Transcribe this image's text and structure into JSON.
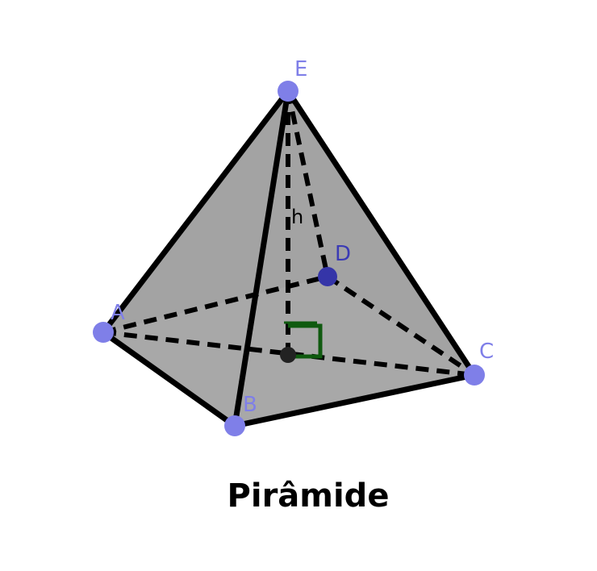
{
  "caption": "Pirâmide",
  "height_label": "h",
  "vertices": [
    {
      "name": "A"
    },
    {
      "name": "B"
    },
    {
      "name": "C"
    },
    {
      "name": "D"
    },
    {
      "name": "E"
    }
  ],
  "colors": {
    "face_fill": "#a3a3a3",
    "edge": "#000000",
    "vertex_point": "#7f7fe8",
    "vertex_point_hidden": "#3535a8",
    "vertex_label": "#7f7fe8",
    "vertex_label_hidden": "#3b3bb5",
    "right_angle_marker": "#0f5a0f",
    "foot_point": "#222222"
  }
}
